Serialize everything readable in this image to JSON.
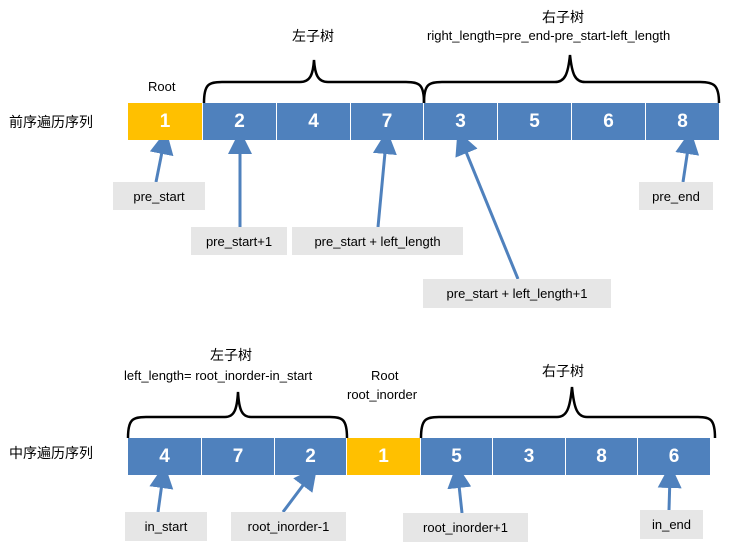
{
  "preorder": {
    "row_label": "前序遍历序列",
    "root_label": "Root",
    "left_title": "左子树",
    "right_title": "右子树",
    "right_formula": "right_length=pre_end-pre_start-left_length",
    "cells": [
      "1",
      "2",
      "4",
      "7",
      "3",
      "5",
      "6",
      "8"
    ],
    "pointers": {
      "pre_start": "pre_start",
      "pre_start_plus_1": "pre_start+1",
      "pre_start_left_length": "pre_start + left_length",
      "pre_start_left_length_plus_1": "pre_start + left_length+1",
      "pre_end": "pre_end"
    }
  },
  "inorder": {
    "row_label": "中序遍历序列",
    "left_title": "左子树",
    "left_formula": "left_length= root_inorder-in_start",
    "root_label": "Root",
    "root_sublabel": "root_inorder",
    "right_title": "右子树",
    "cells": [
      "4",
      "7",
      "2",
      "1",
      "5",
      "3",
      "8",
      "6"
    ],
    "pointers": {
      "in_start": "in_start",
      "root_inorder_minus_1": "root_inorder-1",
      "root_inorder_plus_1": "root_inorder+1",
      "in_end": "in_end"
    }
  },
  "colors": {
    "cell_blue": "#4f81bd",
    "cell_root": "#ffc000",
    "arrow": "#4f81bd",
    "tag_bg": "#e6e6e6",
    "brace": "#000000"
  }
}
